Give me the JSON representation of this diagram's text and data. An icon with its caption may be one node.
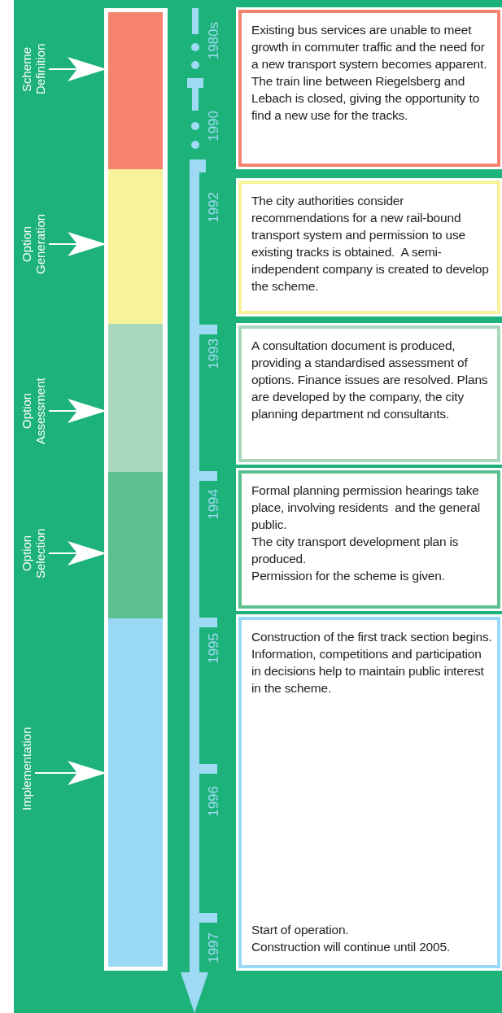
{
  "diagram": {
    "nodes": [
      {
        "text": [
          "Scheme Definition"
        ]
      },
      {
        "text": [
          "Option Generation"
        ]
      },
      {
        "text": [
          "Option Assessment"
        ]
      },
      {
        "text": [
          "Option Selection"
        ]
      },
      {
        "text": [
          "Implementation"
        ]
      },
      {
        "text": [],
        "shape": "bar"
      },
      {
        "text": [],
        "shape": "bar"
      },
      {
        "text": [],
        "shape": "bar"
      },
      {
        "text": [],
        "shape": "bar"
      },
      {
        "text": [],
        "shape": "bar"
      },
      {
        "text": [
          "Existing bus services are unable to meet growth in commuter traffic and the need for a new transport system becomes apparent.",
          "The train line between Riegelsberg and Lebach is closed, giving the opportunity to find a new use for the tracks."
        ]
      },
      {
        "text": [
          "The city authorities consider recommendations for a new rail-bound transport system and permission to use existing tracks is obtained.  A semi-independent company is created to develop the scheme."
        ]
      },
      {
        "text": [
          "A consultation document is produced, providing a standardised assessment of options. Finance issues are resolved. Plans are developed by the company, the city planning department nd consultants."
        ]
      },
      {
        "text": [
          "Formal planning permission hearings take place, involving residents  and the general public.",
          "The city transport development plan is produced.",
          "Permission for the scheme is given."
        ]
      },
      {
        "text": [
          "Construction of the first track section begins.  Information, competitions and participation in decisions help to maintain public interest in the scheme.",
          "Start of operation.",
          "Construction will continue until 2005."
        ]
      }
    ],
    "edges": [
      {
        "from": 0,
        "to": 5,
        "arrow": "to"
      },
      {
        "from": 1,
        "to": 6,
        "arrow": "to"
      },
      {
        "from": 2,
        "to": 7,
        "arrow": "to"
      },
      {
        "from": 3,
        "to": 8,
        "arrow": "to"
      },
      {
        "from": 4,
        "to": 9,
        "arrow": "to"
      }
    ],
    "labels": [
      "1980s",
      "1990",
      "1992",
      "1993",
      "1994",
      "1995",
      "1996",
      "1997"
    ]
  }
}
